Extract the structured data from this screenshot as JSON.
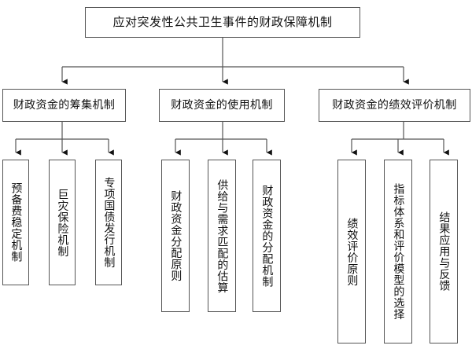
{
  "diagram": {
    "type": "tree-hierarchy",
    "orientation": "top-down",
    "background_color": "#ffffff",
    "border_color": "#555555",
    "text_color": "#111111",
    "root": {
      "id": "root",
      "label": "应对突发性公共卫生事件的财政保障机制"
    },
    "branches": [
      {
        "id": "branch-1",
        "label": "财政资金的筹集机制",
        "leaves": [
          {
            "id": "leaf-1-1",
            "label": "预备费稳定机制"
          },
          {
            "id": "leaf-1-2",
            "label": "巨灾保险机制"
          },
          {
            "id": "leaf-1-3",
            "label": "专项国债发行机制"
          }
        ]
      },
      {
        "id": "branch-2",
        "label": "财政资金的使用机制",
        "leaves": [
          {
            "id": "leaf-2-1",
            "label": "财政资金分配原则"
          },
          {
            "id": "leaf-2-2",
            "label": "供给与需求匹配的估算"
          },
          {
            "id": "leaf-2-3",
            "label": "财政资金的分配机制"
          }
        ]
      },
      {
        "id": "branch-3",
        "label": "财政资金的绩效评价机制",
        "leaves": [
          {
            "id": "leaf-3-1",
            "label": "绩效评价原则"
          },
          {
            "id": "leaf-3-2",
            "label": "指标体系和评价模型的选择"
          },
          {
            "id": "leaf-3-3",
            "label": "结果应用与反馈"
          }
        ]
      }
    ]
  }
}
